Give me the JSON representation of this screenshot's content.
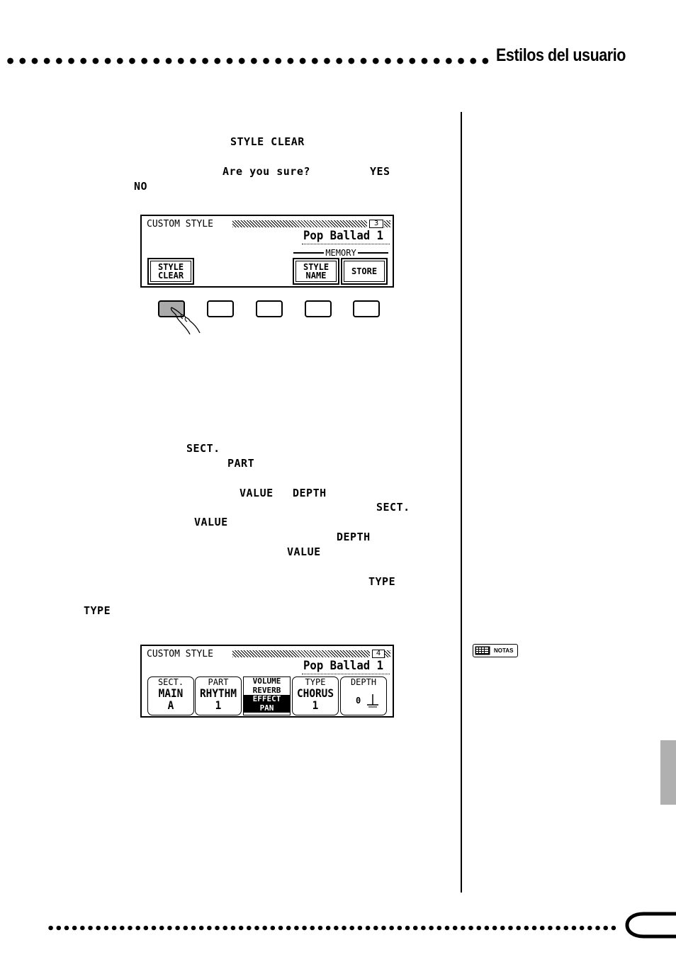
{
  "header": {
    "title": "Estilos del usuario"
  },
  "text_labels": {
    "style_clear": "STYLE CLEAR",
    "are_you_sure": "Are you sure?",
    "yes": "YES",
    "no": "NO",
    "sect": "SECT.",
    "part": "PART",
    "value": "VALUE",
    "depth": "DEPTH",
    "type": "TYPE"
  },
  "lcd1": {
    "title": "CUSTOM STYLE",
    "page": "3",
    "song": "Pop Ballad 1",
    "memory_label": "MEMORY",
    "buttons": [
      {
        "line1": "STYLE",
        "line2": "CLEAR"
      },
      {
        "line1": "STYLE",
        "line2": "NAME"
      },
      {
        "line1": "STORE",
        "line2": ""
      }
    ]
  },
  "lcd2": {
    "title": "CUSTOM STYLE",
    "page": "4",
    "song": "Pop Ballad 1",
    "params": [
      {
        "label": "SECT.",
        "value1": "MAIN",
        "value2": "A"
      },
      {
        "label": "PART",
        "value1": "RHYTHM",
        "value2": "1"
      },
      {
        "label": "TYPE",
        "value1": "CHORUS",
        "value2": "1"
      },
      {
        "label": "DEPTH",
        "value1": "0",
        "value2": ""
      }
    ],
    "effect_list": [
      "VOLUME",
      "REVERB",
      "EFFECT",
      "PAN"
    ]
  },
  "sidebar": {
    "notas": "NOTAS"
  }
}
